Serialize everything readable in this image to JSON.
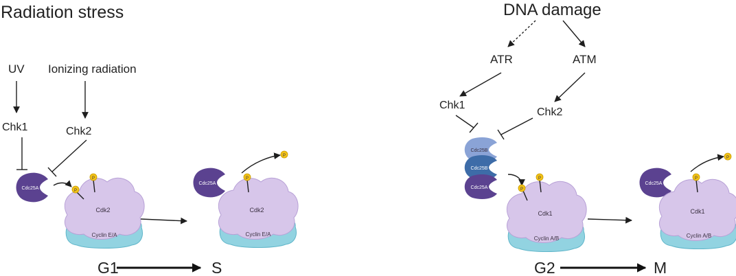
{
  "left_panel": {
    "title": "Radiation stress",
    "uv_label": "UV",
    "ionizing_label": "Ionizing radiation",
    "chk1_label": "Chk1",
    "chk2_label": "Chk2",
    "cdc25a_label": "Cdc25A",
    "cdk_label": "Cdk2",
    "cyclin_label": "Cyclin E/A",
    "cdc25a_after_label": "Cdc25A",
    "cdk_after_label": "Cdk2",
    "cyclin_after_label": "Cyclin E/A",
    "phase_from": "G1",
    "phase_to": "S"
  },
  "right_panel": {
    "title": "DNA damage",
    "atr_label": "ATR",
    "atm_label": "ATM",
    "chk1_label": "Chk1",
    "chk2_label": "Chk2",
    "cdc25b_top_label": "Cdc25B",
    "cdc25b_mid_label": "Cdc25B",
    "cdc25a_label": "Cdc25A",
    "cdk_label": "Cdk1",
    "cyclin_label": "Cyclin A/B",
    "cdc25a_after_label": "Cdc25A",
    "cdk_after_label": "Cdk1",
    "cyclin_after_label": "Cyclin A/B",
    "phase_from": "G2",
    "phase_to": "M"
  },
  "phosphate_symbol": "P",
  "colors": {
    "cdc25a": "#5b4290",
    "cdc25b_light": "#8aa3d6",
    "cdc25b_dark": "#3d6ca8",
    "cdk": "#d7c6ea",
    "cdk_stroke": "#b7a0d6",
    "cyclin": "#92d3e1",
    "cyclin_stroke": "#5fb5c9",
    "phosphate": "#f2c318"
  }
}
